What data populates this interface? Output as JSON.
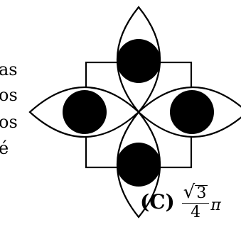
{
  "text_fragments": [
    "as",
    "os",
    "os",
    "é"
  ],
  "option": {
    "label": "(C)",
    "numerator_radical": "√",
    "numerator_radicand": "3",
    "denominator": "4",
    "symbol": "π"
  },
  "diagram": {
    "stroke_color": "#000000",
    "fill_color": "#000000",
    "background": "#ffffff"
  }
}
